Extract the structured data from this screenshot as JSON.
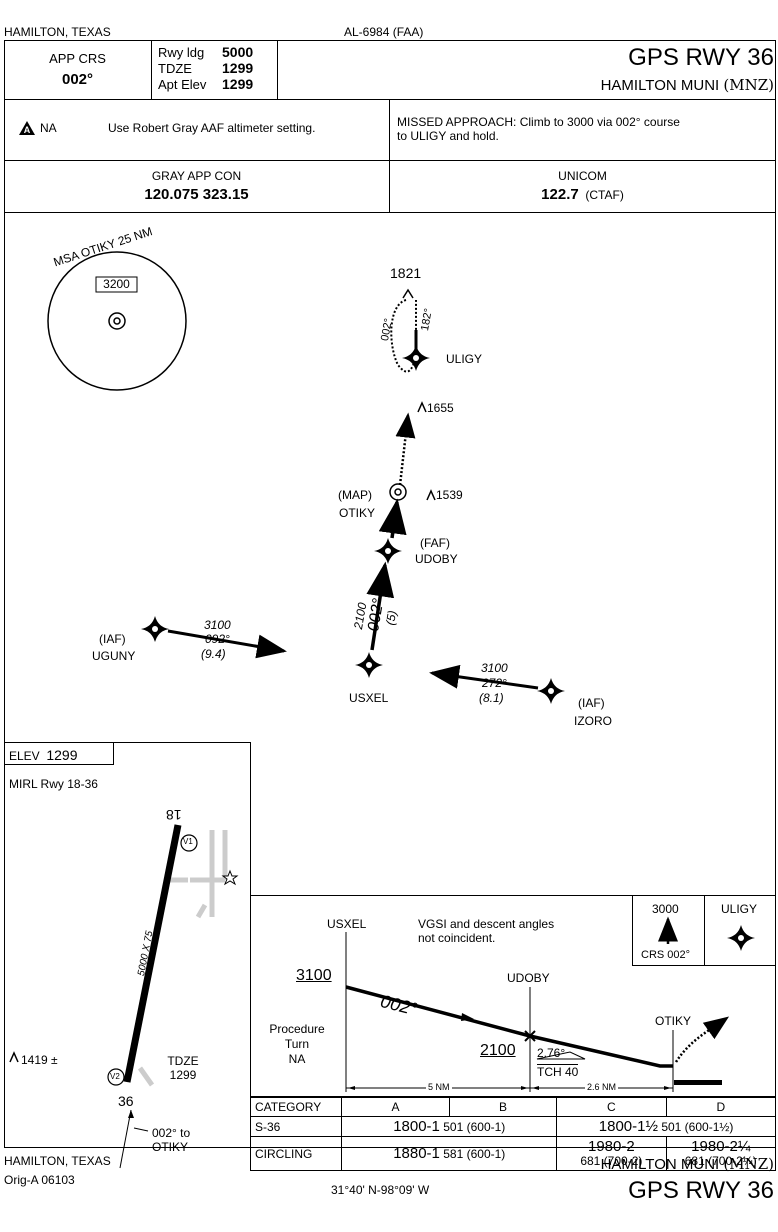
{
  "header": {
    "location": "HAMILTON, TEXAS",
    "chart_id": "AL-6984 (FAA)",
    "app_crs_label": "APP CRS",
    "app_crs_value": "002°",
    "rwy_ldg_label": "Rwy ldg",
    "rwy_ldg_value": "5000",
    "tdze_label": "TDZE",
    "tdze_value": "1299",
    "apt_elev_label": "Apt Elev",
    "apt_elev_value": "1299",
    "procedure": "GPS RWY 36",
    "airport": "HAMILTON MUNI",
    "airport_id": "(MNZ)"
  },
  "notes": {
    "alternate": "NA",
    "altimeter": "Use Robert Gray AAF altimeter setting.",
    "missed_approach_line1": "MISSED APPROACH:  Climb to 3000 via 002° course",
    "missed_approach_line2": "to ULIGY and hold."
  },
  "comms": {
    "app_con_label": "GRAY APP CON",
    "app_con_freqs": "120.075  323.15",
    "unicom_label": "UNICOM",
    "unicom_freq": "122.7",
    "unicom_ctaf": "(CTAF)"
  },
  "planview": {
    "msa_label": "MSA OTIKY 25 NM",
    "msa_alt": "3200",
    "obstacle_1821": "1821",
    "hold_in": "002°",
    "hold_out": "182°",
    "uligy": "ULIGY",
    "obstacle_1655": "1655",
    "map_label": "(MAP)",
    "otiky": "OTIKY",
    "obstacle_1539": "1539",
    "faf_label": "(FAF)",
    "udoby": "UDOBY",
    "final_alt": "2100",
    "final_crs": "002°",
    "final_dist": "(5)",
    "west_iaf_label": "(IAF)",
    "uguny": "UGUNY",
    "west_alt": "3100",
    "west_crs": "092°",
    "west_dist": "(9.4)",
    "usxel": "USXEL",
    "east_alt": "3100",
    "east_crs": "272°",
    "east_dist": "(8.1)",
    "east_iaf_label": "(IAF)",
    "izoro": "IZORO"
  },
  "airport_sketch": {
    "elev_label": "ELEV",
    "elev_value": "1299",
    "lighting": "MIRL Rwy 18-36",
    "rwy_top": "18",
    "rwy_bottom": "36",
    "rwy_dims": "5000 X 75",
    "papi_top": "V1",
    "papi_bottom": "V2",
    "tdze_label": "TDZE",
    "tdze_value": "1299",
    "obstacle": "1419 ±",
    "course_line1": "002° to",
    "course_line2": "OTIKY"
  },
  "profile": {
    "usxel": "USXEL",
    "note_line1": "VGSI and descent angles",
    "note_line2": "not coincident.",
    "alt_3100": "3100",
    "crs": "002°",
    "udoby": "UDOBY",
    "otiky": "OTIKY",
    "pt_line1": "Procedure",
    "pt_line2": "Turn",
    "pt_line3": "NA",
    "alt_2100": "2100",
    "gs_angle": "2.76°",
    "tch": "TCH 40",
    "dist_1": "5 NM",
    "dist_2": "2.6 NM",
    "ma_alt": "3000",
    "ma_crs": "CRS 002°",
    "ma_fix": "ULIGY"
  },
  "minimums": {
    "headers": [
      "CATEGORY",
      "A",
      "B",
      "C",
      "D"
    ],
    "s36_label": "S-36",
    "s36_ab_main": "1800-1",
    "s36_ab_sub": "501 (600-1)",
    "s36_cd_main": "1800-1½",
    "s36_cd_sub": "501 (600-1½)",
    "circ_label": "CIRCLING",
    "circ_ab_main": "1880-1",
    "circ_ab_sub": "581 (600-1)",
    "circ_c_main": "1980-2",
    "circ_c_sub": "681 (700-2)",
    "circ_d_main": "1980-2¼",
    "circ_d_sub": "681 (700-2¼)"
  },
  "footer": {
    "location": "HAMILTON, TEXAS",
    "amendment": "Orig-A  06103",
    "coords": "31°40' N-98°09' W",
    "airport": "HAMILTON MUNI",
    "airport_id": "(MNZ)",
    "procedure": "GPS RWY 36"
  }
}
